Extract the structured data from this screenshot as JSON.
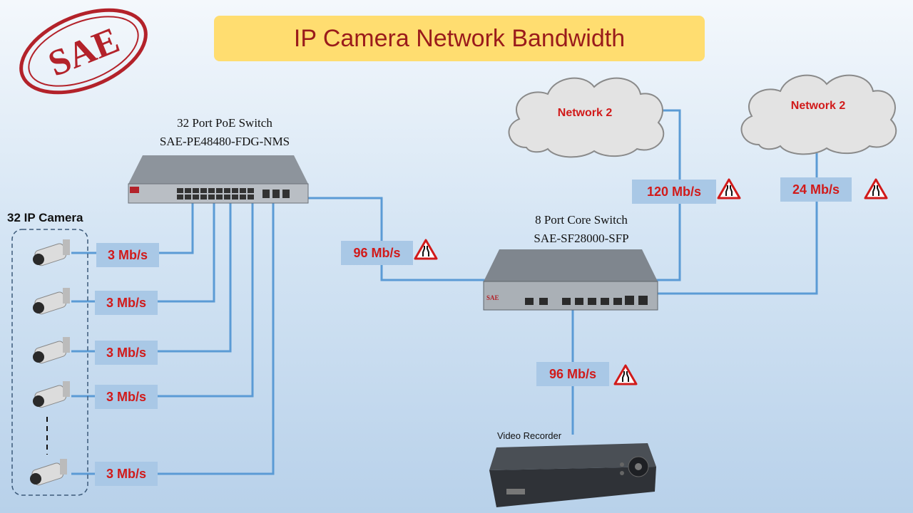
{
  "title": "IP Camera Network Bandwidth",
  "logo": {
    "text": "SAE",
    "color": "#b3222a"
  },
  "poe_switch": {
    "caption_line1": "32 Port PoE Switch",
    "caption_line2": "SAE-PE48480-FDG-NMS"
  },
  "core_switch": {
    "caption_line1": "8 Port Core Switch",
    "caption_line2": "SAE-SF28000-SFP",
    "brand": "SAE"
  },
  "cameras": {
    "title": "32 IP Camera",
    "links": [
      "3 Mb/s",
      "3 Mb/s",
      "3 Mb/s",
      "3 Mb/s",
      "3 Mb/s"
    ]
  },
  "uplink_bandwidth": "96 Mb/s",
  "network_a": {
    "label": "Network 2",
    "bandwidth": "120 Mb/s"
  },
  "network_b": {
    "label": "Network 2",
    "bandwidth": "24 Mb/s"
  },
  "recorder": {
    "label": "Video Recorder",
    "bandwidth": "96 Mb/s"
  },
  "colors": {
    "link": "#5b9bd5",
    "label_bg": "#a9c8e6",
    "bandwidth_text": "#d11a1a",
    "banner": "#ffdd70",
    "warning": "#d11a1a"
  },
  "icons": [
    "camera-icon",
    "warning-road-narrows-icon",
    "cloud-icon",
    "switch-icon",
    "recorder-icon"
  ]
}
